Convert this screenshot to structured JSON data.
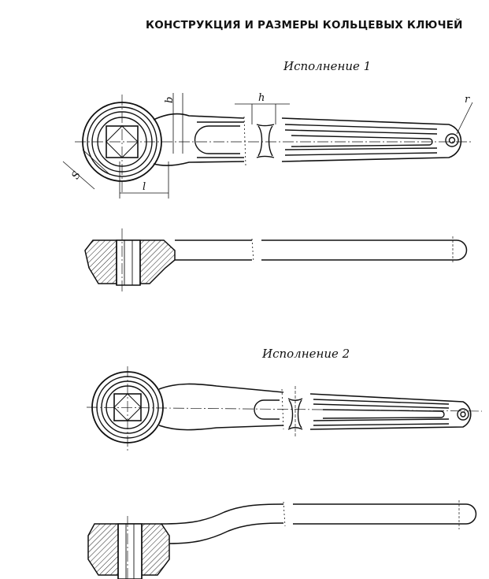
{
  "title": "КОНСТРУКЦИЯ И РАЗМЕРЫ КОЛЬЦЕВЫХ КЛЮЧЕЙ",
  "variants": [
    {
      "label": "Исполнение 1"
    },
    {
      "label": "Исполнение 2"
    }
  ],
  "dimensions": {
    "b": "b",
    "h": "h",
    "r": "r",
    "s": "S",
    "l": "l"
  }
}
